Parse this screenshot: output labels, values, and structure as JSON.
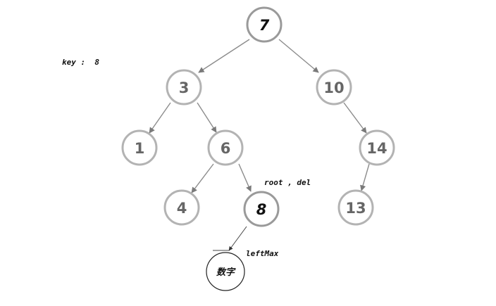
{
  "annotations": {
    "key": "key :  8",
    "root_del": "root , del",
    "leftmax": "leftMax"
  },
  "nodes": {
    "n7": "7",
    "n3": "3",
    "n10": "10",
    "n1": "1",
    "n6": "6",
    "n14": "14",
    "n4": "4",
    "n8": "8",
    "n13": "13",
    "digit": "数字"
  }
}
